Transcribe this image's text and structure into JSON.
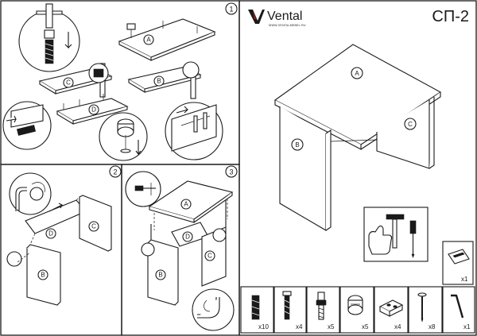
{
  "brand": {
    "name": "Vental",
    "website": "WWW.VENTALMEBEL.RU",
    "logo": "vental-swoosh-logo"
  },
  "model": "СП-2",
  "steps": [
    {
      "number": "1"
    },
    {
      "number": "2"
    },
    {
      "number": "3"
    }
  ],
  "part_labels": {
    "a": "A",
    "b": "B",
    "c": "C",
    "d": "D"
  },
  "tools": [
    "hammer-icon",
    "hand-thumbs-up-icon",
    "screwdriver-icon"
  ],
  "hardware_extra": {
    "icon": "hex-key-sachet-icon",
    "qty": "x1"
  },
  "hardware": [
    {
      "icon": "wooden-dowel-icon",
      "qty": "x10"
    },
    {
      "icon": "confirmat-screw-icon",
      "qty": "x4"
    },
    {
      "icon": "cam-bolt-icon",
      "qty": "x5"
    },
    {
      "icon": "cam-lock-nut-icon",
      "qty": "x5"
    },
    {
      "icon": "corner-bracket-icon",
      "qty": "x4"
    },
    {
      "icon": "nail-icon",
      "qty": "x8"
    },
    {
      "icon": "hex-key-icon",
      "qty": "x1"
    }
  ]
}
